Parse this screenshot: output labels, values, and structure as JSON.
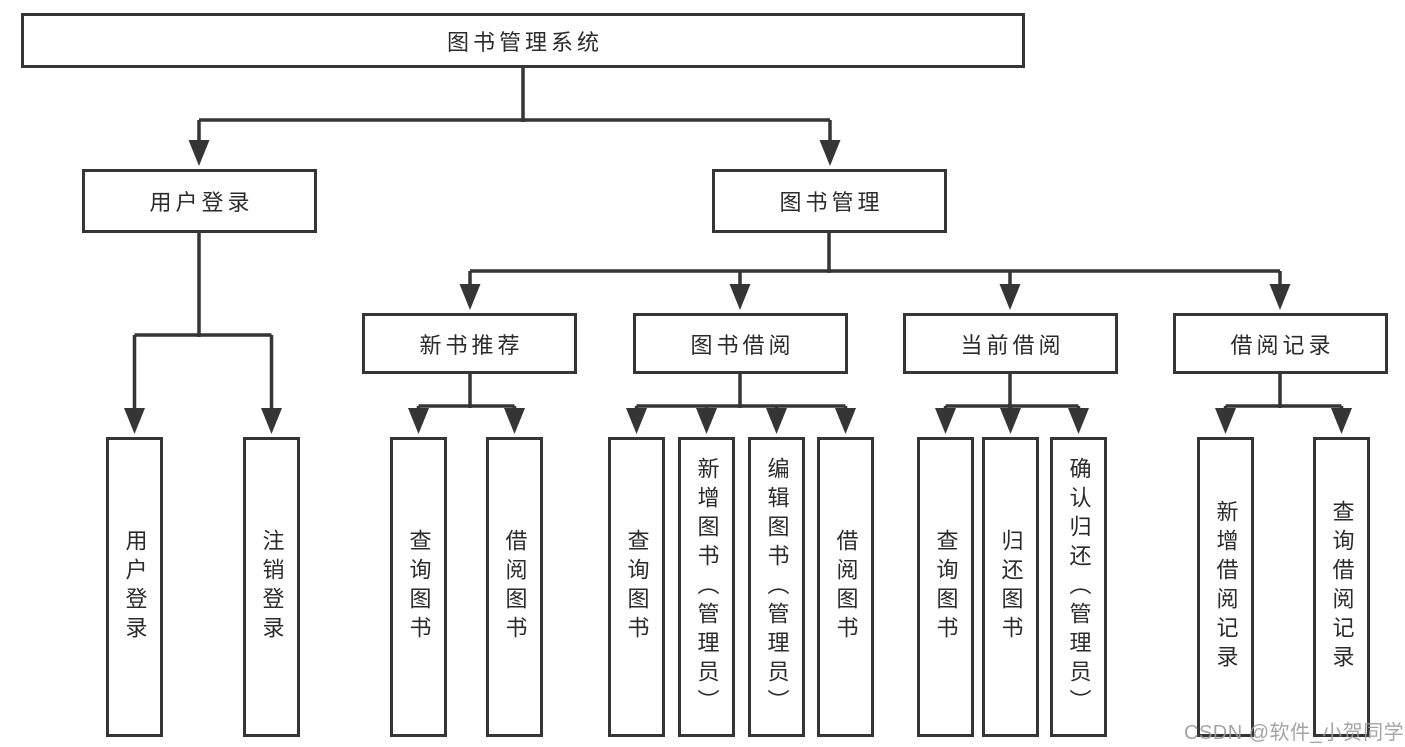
{
  "nodes": {
    "root": "图书管理系统",
    "level1": {
      "user_login": "用户登录",
      "book_management": "图书管理"
    },
    "level2": {
      "new_book_recommend": "新书推荐",
      "book_borrow": "图书借阅",
      "current_borrow": "当前借阅",
      "borrow_record": "借阅记录"
    },
    "leaves": {
      "user_login": "用户登录",
      "logout": "注销登录",
      "recommend_query_books": "查询图书",
      "recommend_borrow_books": "借阅图书",
      "borrow_query_books": "查询图书",
      "borrow_add_books_admin": "新增图书（管理员）",
      "borrow_edit_books_admin": "编辑图书（管理员）",
      "borrow_borrow_books": "借阅图书",
      "current_query_books": "查询图书",
      "current_return_books": "归还图书",
      "current_confirm_return_admin": "确认归还（管理员）",
      "record_add": "新增借阅记录",
      "record_query": "查询借阅记录"
    }
  },
  "watermark": "CSDN @软件_小贺同学",
  "colors": {
    "line": "#353535",
    "text": "#2b2b2b",
    "watermark": "#9b9b9b",
    "background": "#ffffff"
  }
}
